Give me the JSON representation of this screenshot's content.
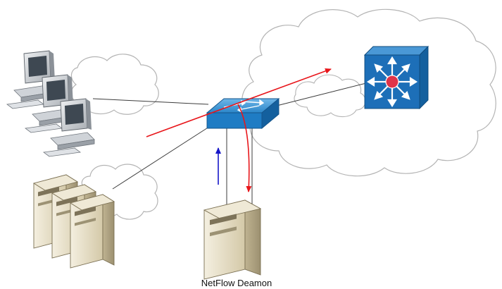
{
  "diagram": {
    "caption": "NetFlow Deamon",
    "nodes": [
      {
        "id": "workstations",
        "kind": "desktop-pc-group",
        "count": 3
      },
      {
        "id": "servers",
        "kind": "tower-server-group",
        "count": 3
      },
      {
        "id": "switch",
        "kind": "switch"
      },
      {
        "id": "core-router",
        "kind": "multilayer-switch"
      },
      {
        "id": "netflow-server",
        "kind": "tower-server"
      }
    ],
    "clouds": [
      "workstation-cloud",
      "server-cloud",
      "network-cloud"
    ],
    "links": [
      {
        "from": "workstations",
        "to": "switch"
      },
      {
        "from": "servers",
        "to": "switch"
      },
      {
        "from": "switch",
        "to": "core-router"
      },
      {
        "from": "switch",
        "to": "netflow-server"
      }
    ],
    "flows": [
      {
        "name": "traffic-flow",
        "color": "#e8161b"
      },
      {
        "name": "netflow-export",
        "color": "#e8161b"
      },
      {
        "name": "collector-uplink",
        "color": "#1616c8"
      }
    ],
    "colors": {
      "cloud_stroke": "#b4b4b4",
      "link": "#3c3c3c",
      "switch": "#1f7cc4",
      "router": "#1d6fb8",
      "router_hub": "#e0344a",
      "beige": "#dcd3ba"
    }
  }
}
